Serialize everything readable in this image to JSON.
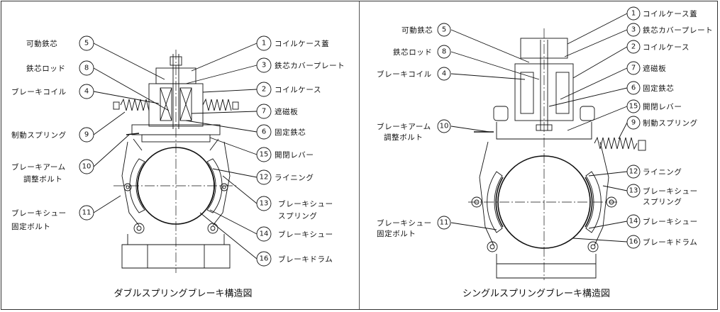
{
  "left": {
    "caption": "ダブルスプリングブレーキ構造図",
    "callouts": [
      {
        "num": "5",
        "label": "可動鉄芯"
      },
      {
        "num": "8",
        "label": "鉄芯ロッド"
      },
      {
        "num": "4",
        "label": "ブレーキコイル"
      },
      {
        "num": "9",
        "label": "制動スプリング"
      },
      {
        "num": "10",
        "label": "ブレーキアーム",
        "label2": "調整ボルト"
      },
      {
        "num": "11",
        "label": "ブレーキシュー",
        "label2": "固定ボルト"
      },
      {
        "num": "1",
        "label": "コイルケース蓋"
      },
      {
        "num": "3",
        "label": "鉄芯カバープレート"
      },
      {
        "num": "2",
        "label": "コイルケース"
      },
      {
        "num": "7",
        "label": "遮磁板"
      },
      {
        "num": "6",
        "label": "固定鉄芯"
      },
      {
        "num": "15",
        "label": "開閉レバー"
      },
      {
        "num": "12",
        "label": "ライニング"
      },
      {
        "num": "13",
        "label": "ブレーキシュー",
        "label2": "スプリング"
      },
      {
        "num": "14",
        "label": "ブレーキシュー"
      },
      {
        "num": "16",
        "label": "ブレーキドラム"
      }
    ]
  },
  "right": {
    "caption": "シングルスプリングブレーキ構造図",
    "callouts": [
      {
        "num": "5",
        "label": "可動鉄芯"
      },
      {
        "num": "8",
        "label": "鉄芯ロッド"
      },
      {
        "num": "4",
        "label": "ブレーキコイル"
      },
      {
        "num": "10",
        "label": "ブレーキアーム",
        "label2": "調整ボルト"
      },
      {
        "num": "11",
        "label": "ブレーキシュー",
        "label2": "固定ボルト"
      },
      {
        "num": "1",
        "label": "コイルケース蓋"
      },
      {
        "num": "3",
        "label": "鉄芯カバープレート"
      },
      {
        "num": "2",
        "label": "コイルケース"
      },
      {
        "num": "7",
        "label": "遮磁板"
      },
      {
        "num": "6",
        "label": "固定鉄芯"
      },
      {
        "num": "15",
        "label": "開閉レバー"
      },
      {
        "num": "9",
        "label": "制動スプリング"
      },
      {
        "num": "12",
        "label": "ライニング"
      },
      {
        "num": "13",
        "label": "ブレーキシュー",
        "label2": "スプリング"
      },
      {
        "num": "14",
        "label": "ブレーキシュー"
      },
      {
        "num": "16",
        "label": "ブレーキドラム"
      }
    ]
  }
}
